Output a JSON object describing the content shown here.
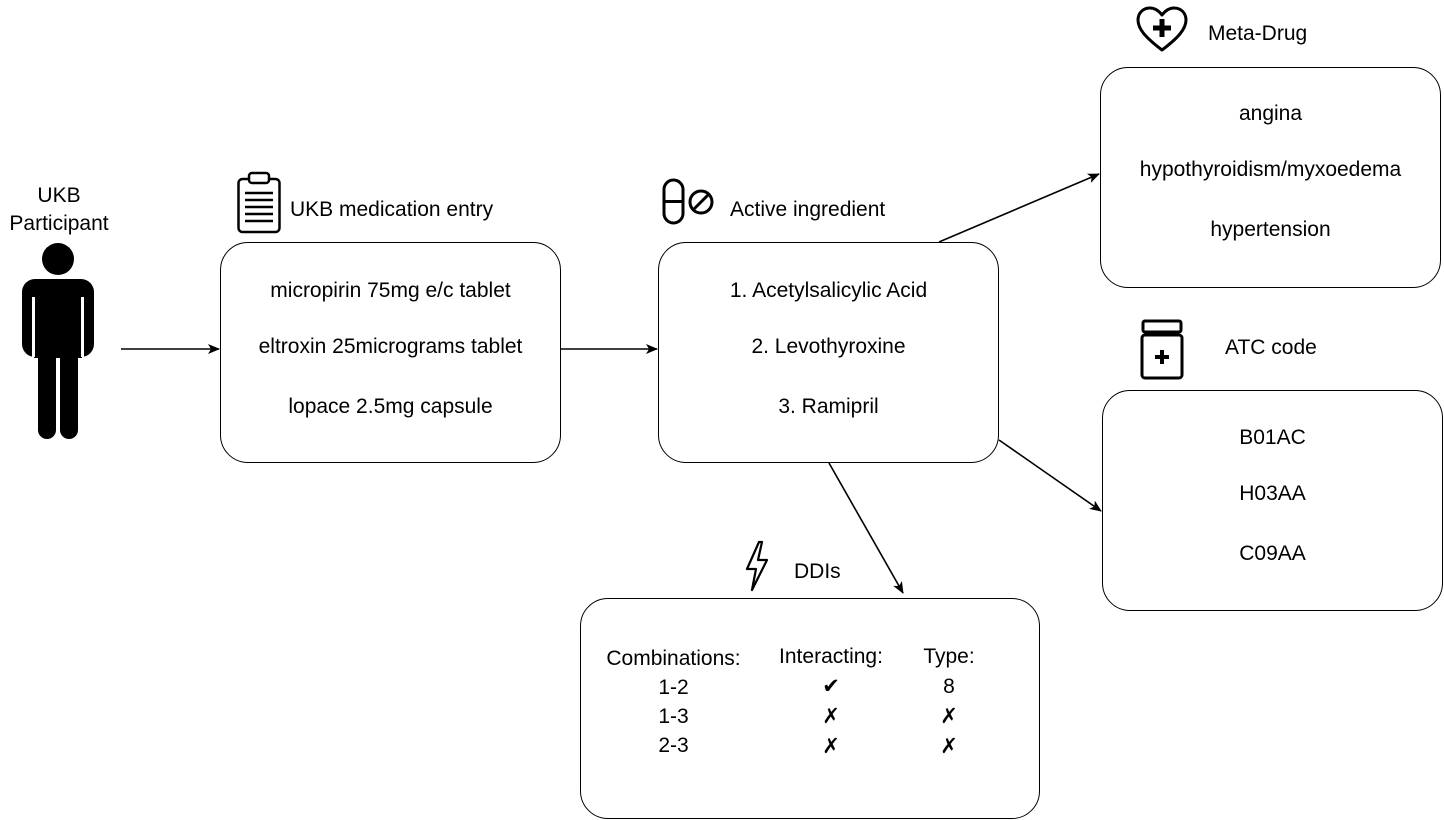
{
  "participant": {
    "label_line1": "UKB",
    "label_line2": "Participant"
  },
  "medication_entry": {
    "title": "UKB medication entry",
    "items": [
      "micropirin 75mg e/c tablet",
      "eltroxin 25micrograms tablet",
      "lopace 2.5mg capsule"
    ]
  },
  "active_ingredient": {
    "title": "Active ingredient",
    "items": [
      "1. Acetylsalicylic Acid",
      "2. Levothyroxine",
      "3. Ramipril"
    ]
  },
  "meta_drug": {
    "title": "Meta-Drug",
    "items": [
      "angina",
      "hypothyroidism/myxoedema",
      "hypertension"
    ]
  },
  "atc_code": {
    "title": "ATC code",
    "items": [
      "B01AC",
      "H03AA",
      "C09AA"
    ]
  },
  "ddis": {
    "title": "DDIs",
    "headers": {
      "combinations": "Combinations:",
      "interacting": "Interacting:",
      "type": "Type:"
    },
    "rows": [
      {
        "combination": "1-2",
        "interacting": "✔",
        "type": "8"
      },
      {
        "combination": "1-3",
        "interacting": "✗",
        "type": "✗"
      },
      {
        "combination": "2-3",
        "interacting": "✗",
        "type": "✗"
      }
    ]
  }
}
